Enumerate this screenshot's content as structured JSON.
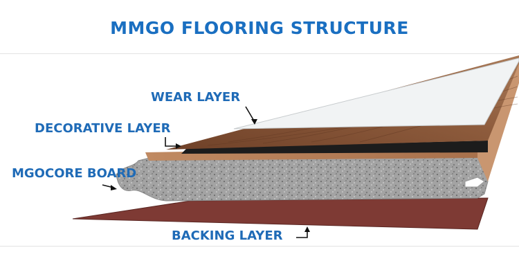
{
  "title": "MMGO FLOORING STRUCTURE",
  "colors": {
    "title": "#1a6fc1",
    "label": "#1f6bb7",
    "wear_layer": "#f1f3f4",
    "wood_top": "#8a5a3c",
    "wood_side": "#b67d55",
    "core": "#9c9c9c",
    "backing": "#7e3a34"
  },
  "labels": {
    "wear": "WEAR LAYER",
    "decorative": "DECORATIVE LAYER",
    "core": "MGOCORE BOARD",
    "backing": "BACKING LAYER"
  }
}
